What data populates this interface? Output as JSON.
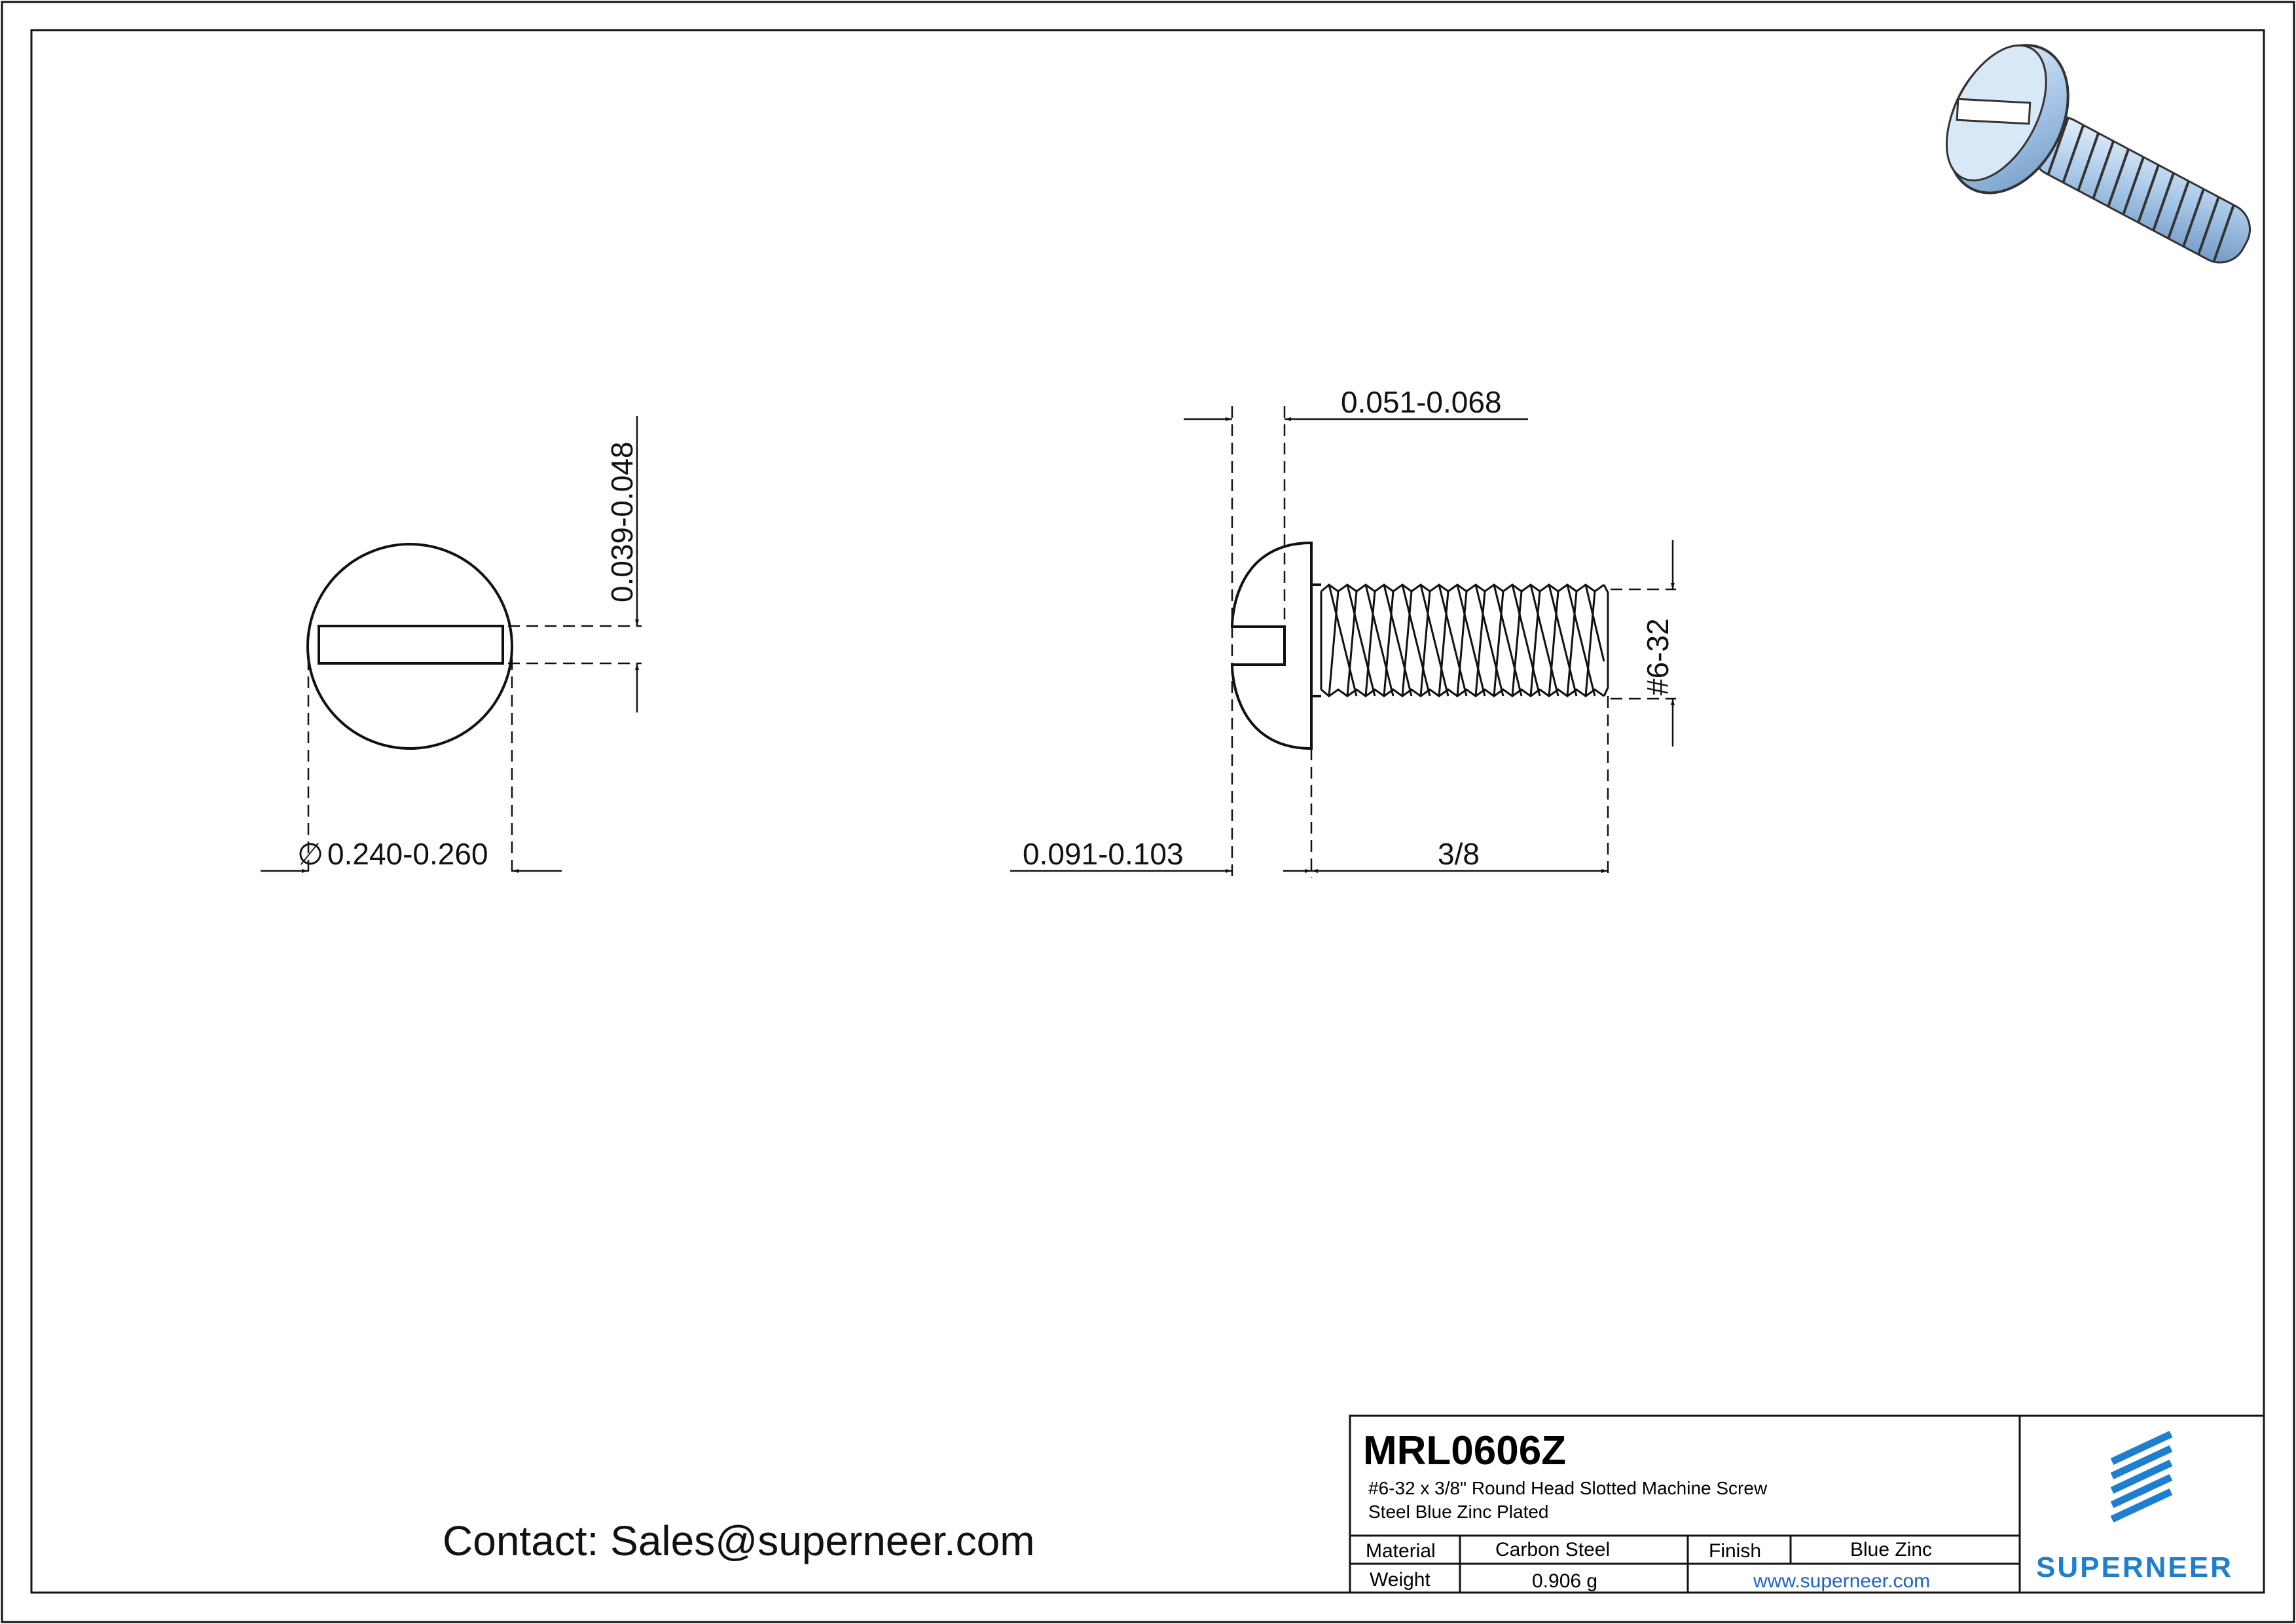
{
  "dimensions": {
    "slot_width": "0.039-0.048",
    "head_diameter": "0.240-0.260",
    "slot_depth": "0.051-0.068",
    "head_height": "0.091-0.103",
    "length": "3/8",
    "thread": "#6-32",
    "diameter_symbol": "∅"
  },
  "title_block": {
    "part_number": "MRL0606Z",
    "description_line1": "#6-32 x 3/8\" Round Head Slotted  Machine Screw",
    "description_line2": "Steel Blue Zinc Plated",
    "material_label": "Material",
    "material_value": "Carbon Steel",
    "finish_label": "Finish",
    "finish_value": "Blue Zinc",
    "weight_label": "Weight",
    "weight_value": "0.906 g",
    "website": "www.superneer.com"
  },
  "logo": {
    "brand_name": "SUPERNEER",
    "color": "#1e7fd0"
  },
  "contact": {
    "text": "Contact: Sales@superneer.com"
  },
  "colors": {
    "line": "#111111",
    "screw_blue": "#9fbfe0"
  }
}
